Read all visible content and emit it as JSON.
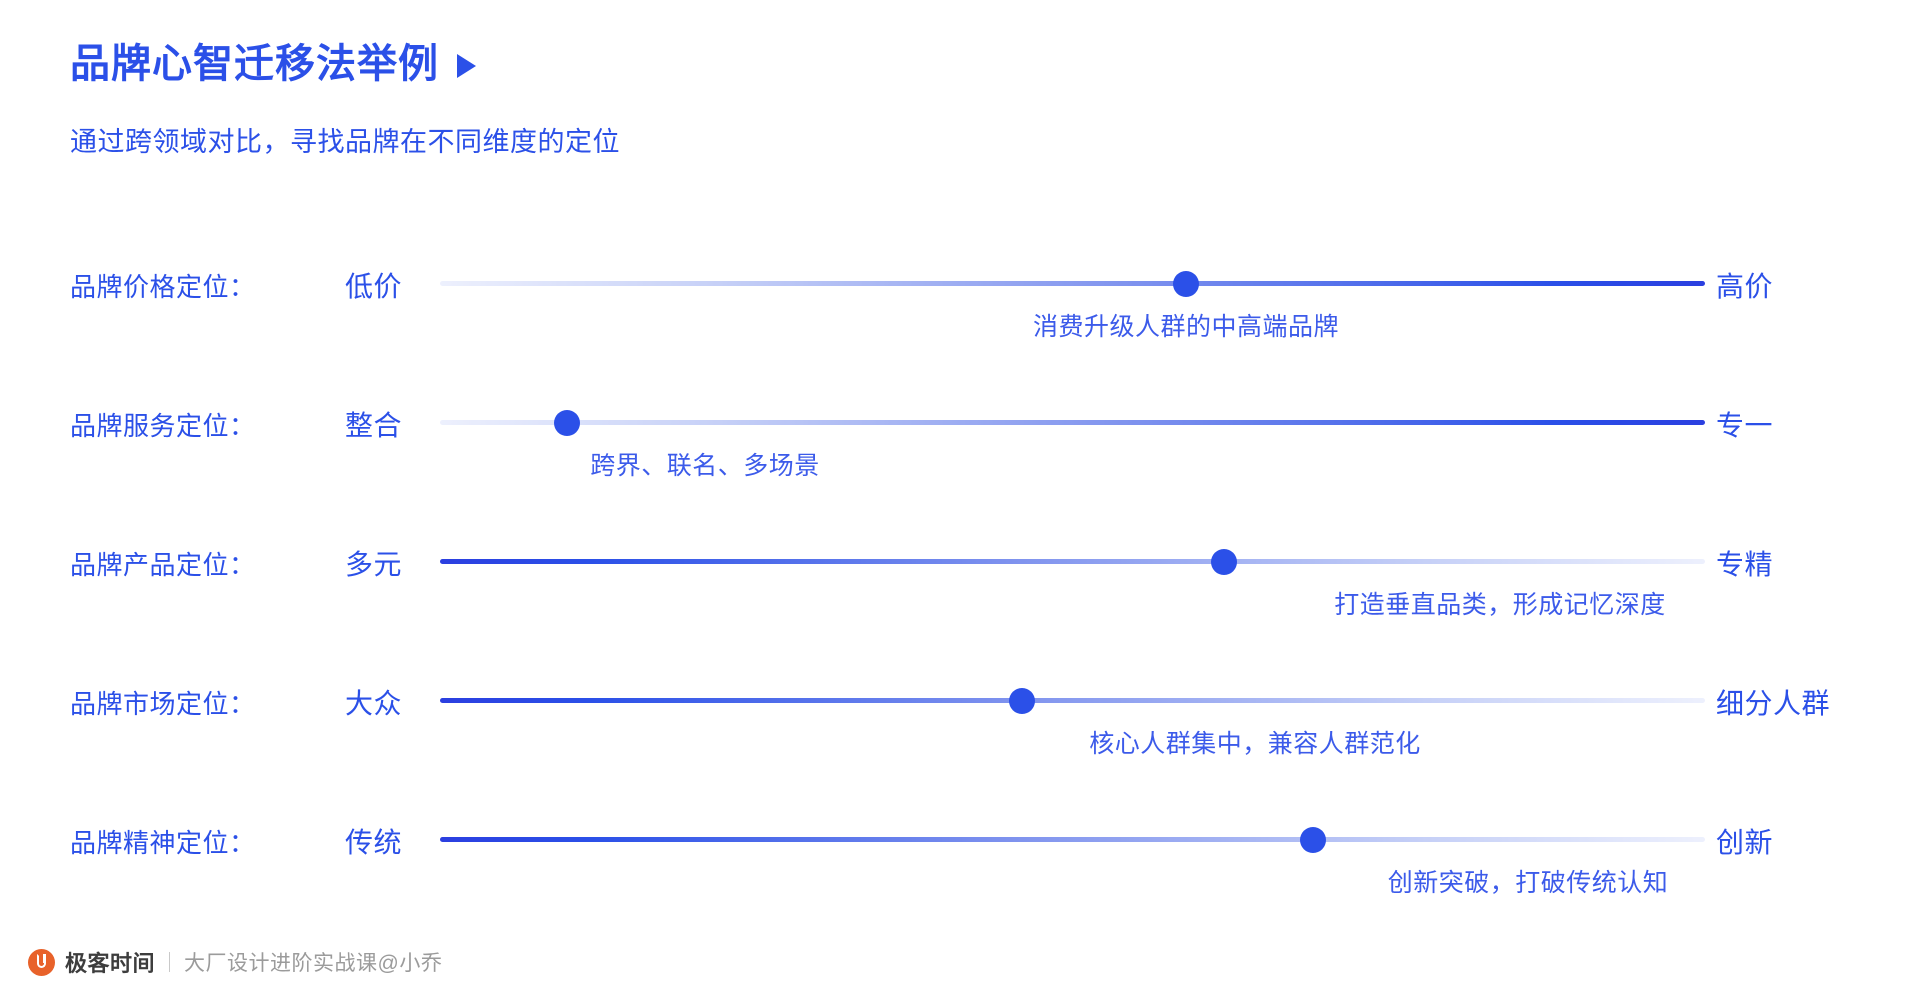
{
  "header": {
    "title": "品牌心智迁移法举例",
    "arrow_icon": "play-triangle-icon",
    "subtitle": "通过跨领域对比，寻找品牌在不同维度的定位"
  },
  "colors": {
    "accent": "#2B50E8",
    "track_light": "#EDF0FD",
    "logo_orange": "#E8622A",
    "watermark_text": "#9B9B9B"
  },
  "rows": [
    {
      "label": "品牌价格定位：",
      "left_anchor": "低价",
      "right_anchor": "高价",
      "caption": "消费升级人群的中高端品牌",
      "value_percent": 59,
      "gradient_direction": "ltr"
    },
    {
      "label": "品牌服务定位：",
      "left_anchor": "整合",
      "right_anchor": "专一",
      "caption": "跨界、联名、多场景",
      "value_percent": 10,
      "gradient_direction": "ltr"
    },
    {
      "label": "品牌产品定位：",
      "left_anchor": "多元",
      "right_anchor": "专精",
      "caption": "打造垂直品类，形成记忆深度",
      "value_percent": 62,
      "gradient_direction": "rtl"
    },
    {
      "label": "品牌市场定位：",
      "left_anchor": "大众",
      "right_anchor": "细分人群",
      "caption": "核心人群集中，兼容人群范化",
      "value_percent": 46,
      "gradient_direction": "rtl"
    },
    {
      "label": "品牌精神定位：",
      "left_anchor": "传统",
      "right_anchor": "创新",
      "caption": "创新突破，打破传统认知",
      "value_percent": 69,
      "gradient_direction": "rtl"
    }
  ],
  "watermark": {
    "logo_icon": "geekbang-logo-icon",
    "brand": "极客时间",
    "divider": "|",
    "course": "大厂设计进阶实战课@小乔"
  }
}
